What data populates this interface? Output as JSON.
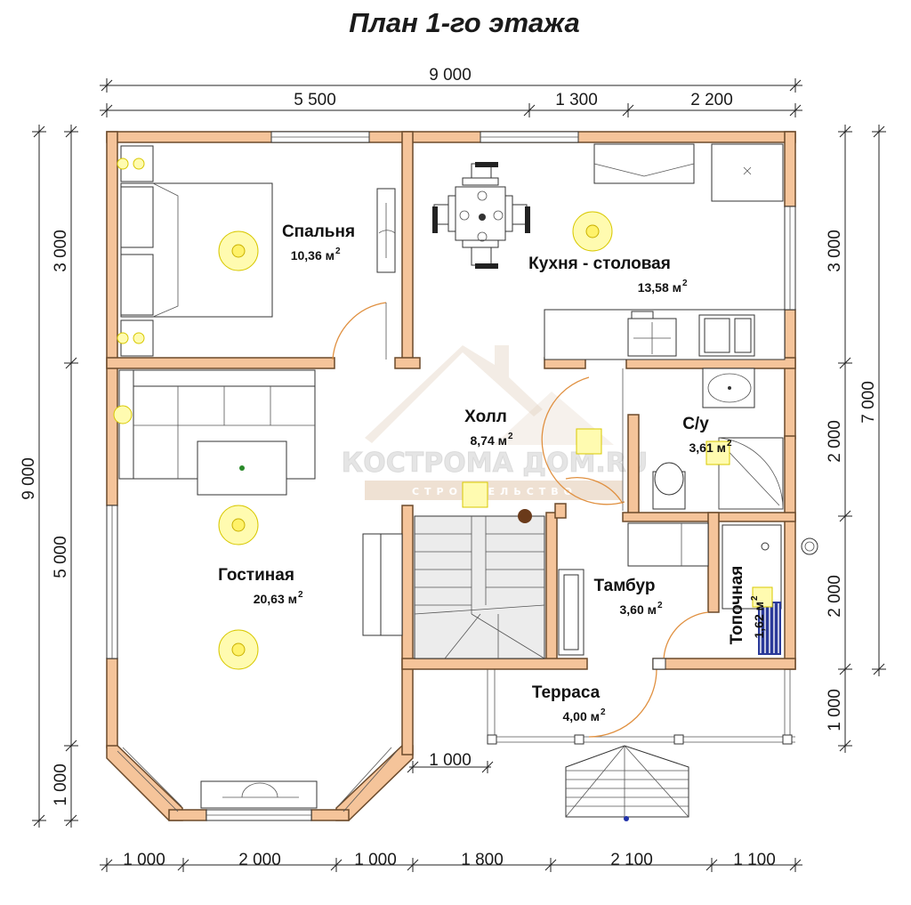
{
  "title": "План 1-го этажа",
  "dimensions": {
    "top_overall": "9 000",
    "top_segments": [
      "5 500",
      "1 300",
      "2 200"
    ],
    "left_overall": "9 000",
    "left_segments": [
      "3 000",
      "5 000",
      "1 000"
    ],
    "right_overall": "7 000",
    "right_segments": [
      "3 000",
      "2 000",
      "2 000",
      "1 000"
    ],
    "bottom_segments": [
      "1 000",
      "2 000",
      "1 000",
      "1 800",
      "2 100",
      "1 100"
    ],
    "inner_terrace": "1 000"
  },
  "rooms": [
    {
      "name": "Спальня",
      "area": "10,36 м",
      "unit_sup": "2"
    },
    {
      "name": "Кухня - столовая",
      "area": "13,58 м",
      "unit_sup": "2"
    },
    {
      "name": "Холл",
      "area": "8,74 м",
      "unit_sup": "2"
    },
    {
      "name": "С/у",
      "area": "3,61 м",
      "unit_sup": "2"
    },
    {
      "name": "Гостиная",
      "area": "20,63 м",
      "unit_sup": "2"
    },
    {
      "name": "Тамбур",
      "area": "3,60 м",
      "unit_sup": "2"
    },
    {
      "name": "Топочная",
      "area": "1,62 м",
      "unit_sup": "2"
    },
    {
      "name": "Терраса",
      "area": "4,00 м",
      "unit_sup": "2"
    }
  ],
  "watermark": {
    "brand": "КОСТРОМА ДОМ.RU",
    "tagline": "СТРОИТЕЛЬСТВО"
  },
  "colors": {
    "wall": "#f5c49a",
    "wall_outline": "#6b4a2b",
    "lamp": "#fff26a",
    "door_arc": "#e09040"
  }
}
